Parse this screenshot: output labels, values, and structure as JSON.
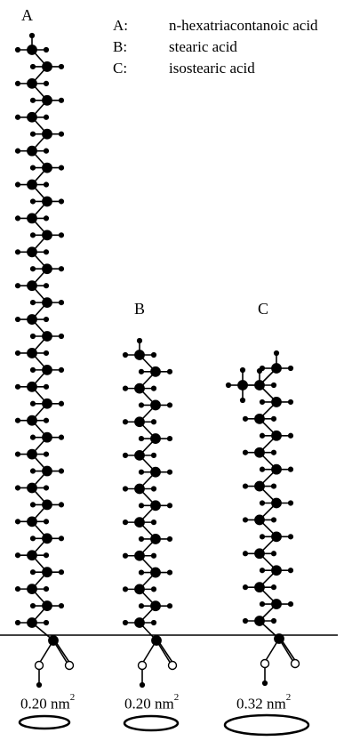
{
  "panel_labels": {
    "a": "A",
    "b": "B",
    "c": "C"
  },
  "legend": [
    {
      "key": "A:",
      "name": "n-hexatriacontanoic acid"
    },
    {
      "key": "B:",
      "name": "stearic acid"
    },
    {
      "key": "C:",
      "name": "isostearic acid"
    }
  ],
  "areas": [
    {
      "value": "0.20 nm",
      "exp": "2"
    },
    {
      "value": "0.20 nm",
      "exp": "2"
    },
    {
      "value": "0.32 nm",
      "exp": "2"
    }
  ]
}
